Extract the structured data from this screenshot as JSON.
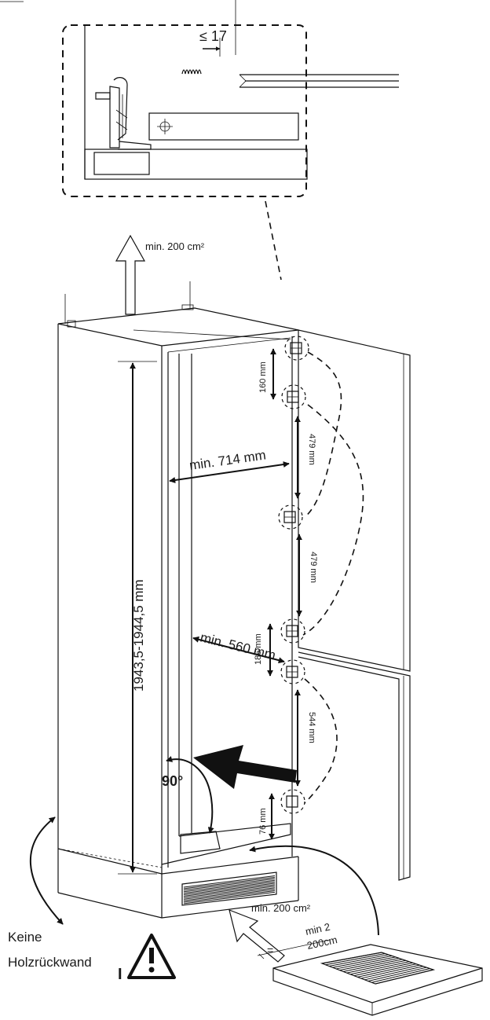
{
  "detail": {
    "gap_label": "≤ 17"
  },
  "ventilation": {
    "top_label": "min. 200 cm²",
    "bottom_label": "min. 200 cm²"
  },
  "dimensions": {
    "height_label": "1943,5-1944,5 mm",
    "width_upper_label": "min. 714 mm",
    "width_lower_label": "min. 560 mm",
    "hinge_spacings": [
      "160 mm",
      "479 mm",
      "479 mm",
      "186 mm",
      "544 mm",
      "76 mm"
    ],
    "angle_label": "90°"
  },
  "warning": {
    "line1": "Keine",
    "line2": "Holzrückwand",
    "marker": "I"
  },
  "grille": {
    "line1": "min 2",
    "line2": "200cm",
    "marker": "="
  }
}
